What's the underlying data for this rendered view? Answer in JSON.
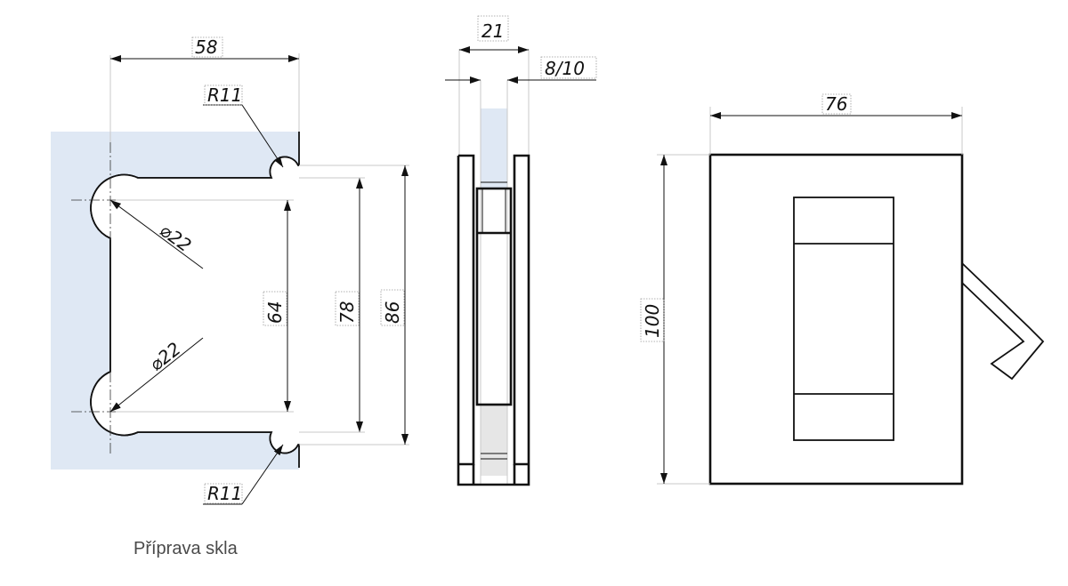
{
  "caption": "Příprava skla",
  "dimensions": {
    "width_58": "58",
    "radius_top": "R11",
    "radius_bottom": "R11",
    "hole_top": "⌀22",
    "hole_bottom": "⌀22",
    "height_64": "64",
    "height_78": "78",
    "height_86": "86",
    "thickness_21": "21",
    "glass_8_10": "8/10",
    "width_76": "76",
    "height_100": "100"
  },
  "colors": {
    "glass_fill": "#dfe8f4",
    "glass_fill_grey": "#e6e6e6",
    "line": "#111111"
  }
}
